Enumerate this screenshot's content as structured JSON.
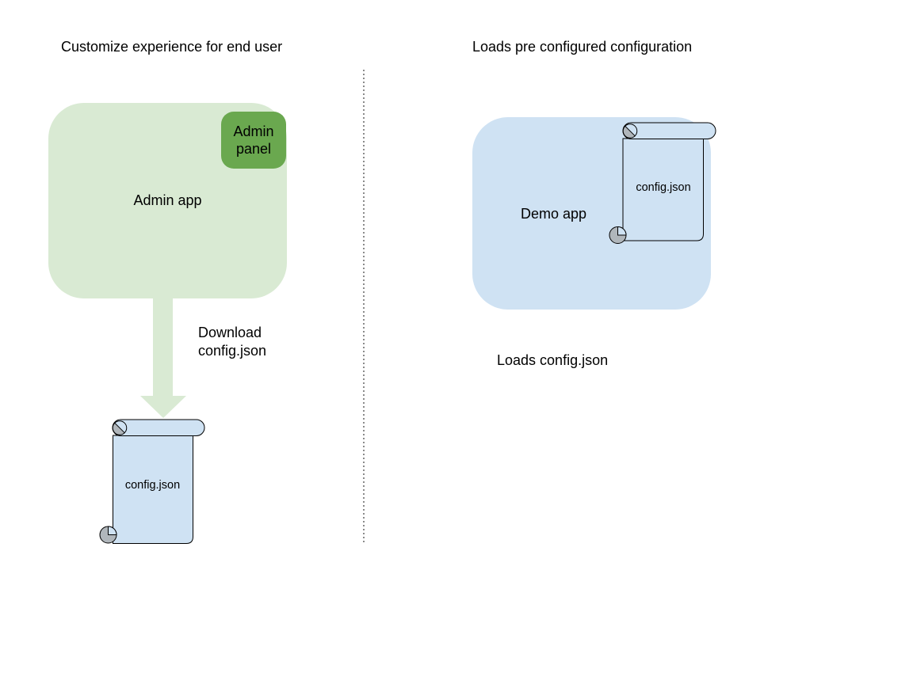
{
  "colors": {
    "background": "#ffffff",
    "light_green": "#d9ead3",
    "dark_green": "#6aa84f",
    "light_blue": "#cfe2f3",
    "roll_gray": "#b0b6bb",
    "outline": "#000000",
    "divider_gray": "#8a8a8a",
    "text": "#000000"
  },
  "icons": {
    "download_arrow": "thick-down-arrow",
    "config_scroll": "vertical-scroll-document"
  },
  "left_section": {
    "title": "Customize experience for end user",
    "admin_app_label": "Admin app",
    "admin_panel_label": "Admin panel",
    "download_caption": "Download\nconfig.json",
    "config_file_label": "config.json"
  },
  "right_section": {
    "title": "Loads pre configured configuration",
    "demo_app_label": "Demo app",
    "config_file_label": "config.json",
    "loads_caption": "Loads config.json"
  }
}
